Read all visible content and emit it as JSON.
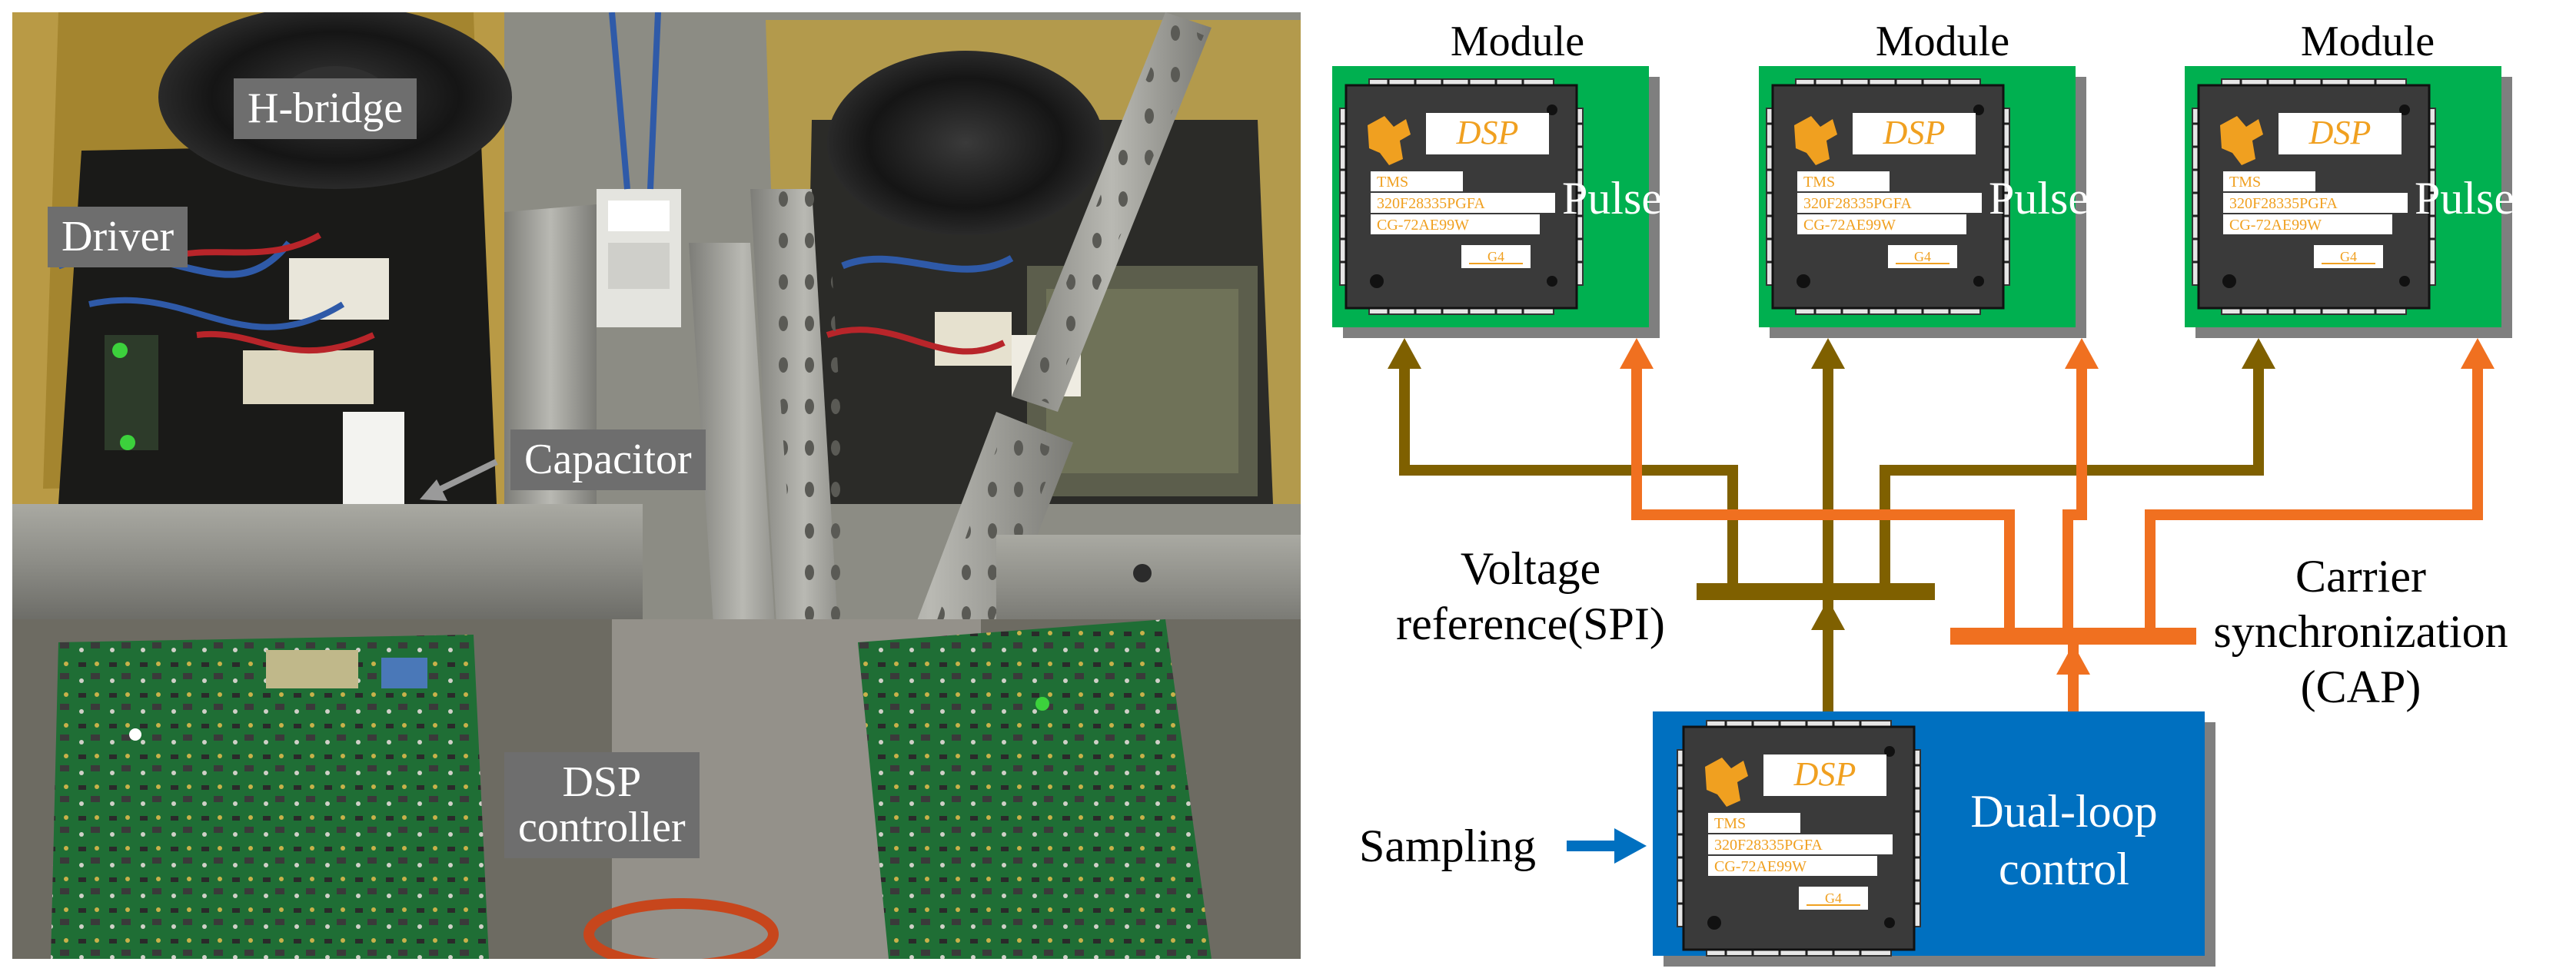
{
  "photo": {
    "labels": {
      "hbridge": "H-bridge",
      "driver": "Driver",
      "capacitor": "Capacitor",
      "dsp_line1": "DSP",
      "dsp_line2": "controller"
    }
  },
  "modules": [
    {
      "title": "Module",
      "side_label": "Pulse"
    },
    {
      "title": "Module",
      "side_label": "Pulse"
    },
    {
      "title": "Module",
      "side_label": "Pulse"
    }
  ],
  "chip": {
    "brand": "DSP",
    "line1": "TMS",
    "line2": "320F28335PGFA",
    "line3": "CG-72AE99W",
    "line4": "G4"
  },
  "controller": {
    "label_line1": "Dual-loop",
    "label_line2": "control"
  },
  "bus_labels": {
    "voltage_line1": "Voltage",
    "voltage_line2": "reference(SPI)",
    "carrier_line1": "Carrier",
    "carrier_line2": "synchronization",
    "carrier_line3": "(CAP)",
    "sampling": "Sampling"
  },
  "colors": {
    "module_fill": "#00b050",
    "controller_fill": "#0070c0",
    "voltage_bus": "#7f6000",
    "carrier_bus": "#f07020",
    "sampling_arrow": "#0070c0",
    "chip_body": "#3a3a3a",
    "chip_brand": "#f0a020",
    "label_bg": "#6e6e6e"
  }
}
